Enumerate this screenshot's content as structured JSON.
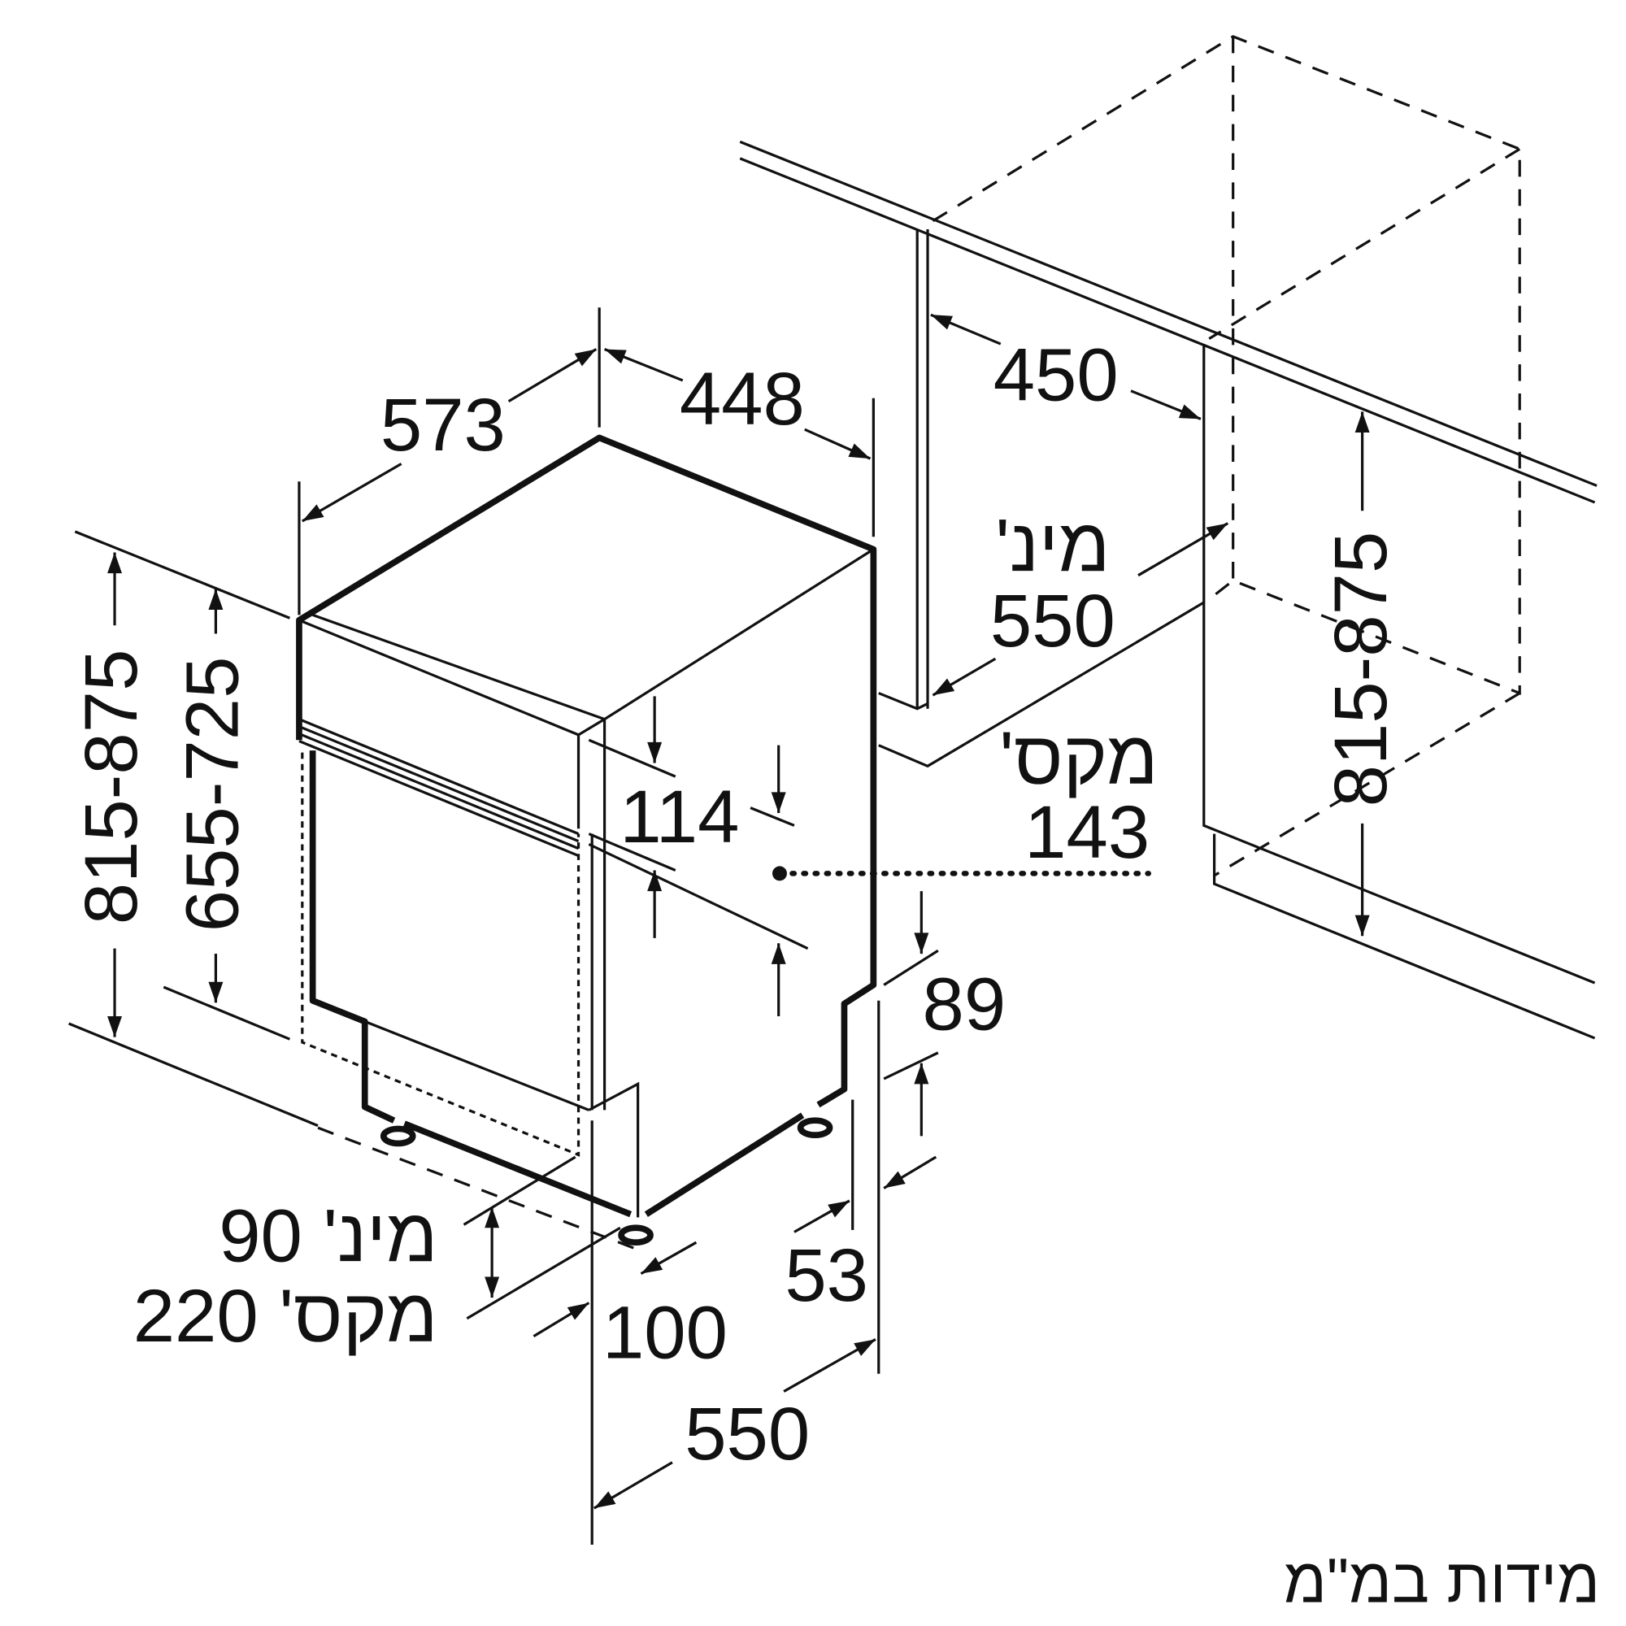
{
  "dimensions": {
    "width_top": "573",
    "depth_top": "448",
    "niche_depth": "450",
    "niche_min_label": "מינ'",
    "niche_min_value": "550",
    "panel_max_label": "מקס'",
    "panel_max_value": "143",
    "panel_height": "114",
    "plinth_gap": "89",
    "foot_offset": "53",
    "foot_front": "100",
    "depth_bottom": "550",
    "plinth_min": "מינ' 90",
    "plinth_max": "מקס' 220",
    "height_left": "815-875",
    "height_inner": "655-725",
    "height_right": "815-875"
  },
  "footer": "מידות במ\"מ"
}
